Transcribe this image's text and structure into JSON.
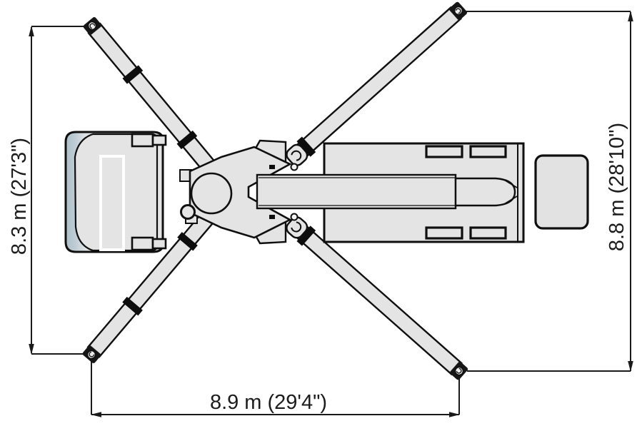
{
  "diagram": {
    "description": "Top view footprint diagram of a truck-mounted aerial platform with four X-pattern outriggers deployed",
    "labels": {
      "width_left": "8.3 m (27'3\")",
      "width_right": "8.8 m (28'10\")",
      "length_bottom": "8.9 m (29'4\")"
    },
    "colors": {
      "outline": "#0f0f0f",
      "machine_fill": "#e4e4e4",
      "windshield_blue": "#b3c2cc",
      "band_black": "#0d0d0d",
      "background": "#ffffff"
    }
  }
}
